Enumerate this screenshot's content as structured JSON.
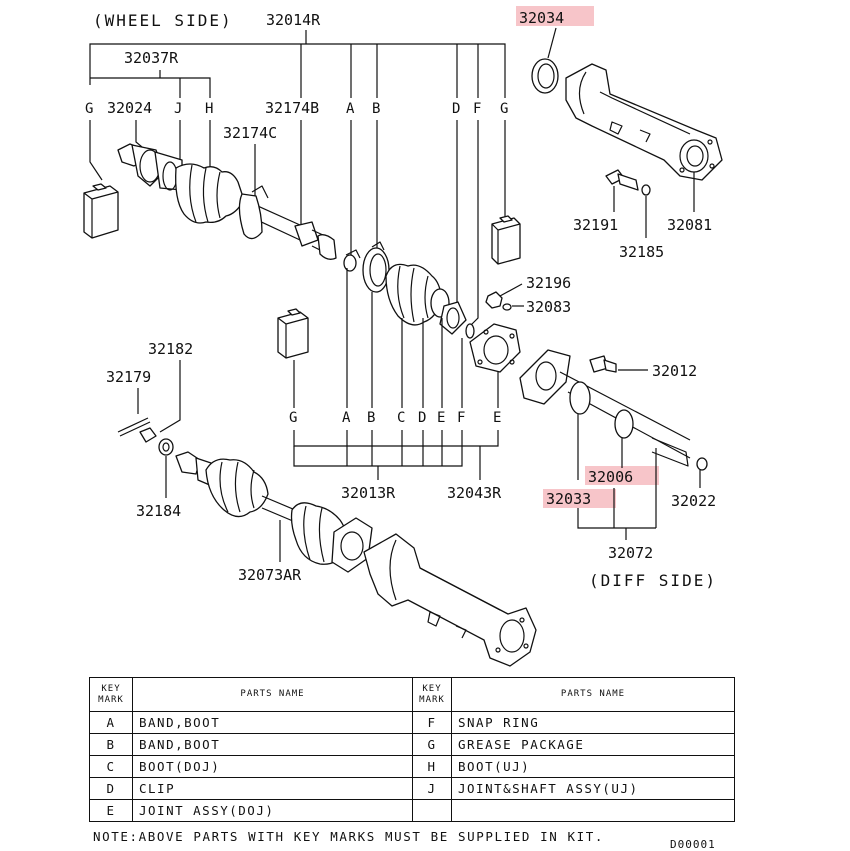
{
  "side_labels": {
    "wheel": "(WHEEL SIDE)",
    "diff": "(DIFF SIDE)"
  },
  "parts": {
    "p32014R": "32014R",
    "p32037R": "32037R",
    "p32024": "32024",
    "p32174B": "32174B",
    "p32174C": "32174C",
    "p32034": "32034",
    "p32191": "32191",
    "p32081": "32081",
    "p32185": "32185",
    "p32196": "32196",
    "p32083": "32083",
    "p32012": "32012",
    "p32182": "32182",
    "p32179": "32179",
    "p32184": "32184",
    "p32073AR": "32073AR",
    "p32013R": "32013R",
    "p32043R": "32043R",
    "p32006": "32006",
    "p32033": "32033",
    "p32022": "32022",
    "p32072": "32072"
  },
  "highlighted_parts": [
    "32034",
    "32006",
    "32033"
  ],
  "highlight_color": "#f7c5c9",
  "key_letters_top": [
    "G",
    "J",
    "H",
    "A",
    "B",
    "D",
    "F",
    "G"
  ],
  "key_letters_bottom": [
    "G",
    "A",
    "B",
    "C",
    "D",
    "E",
    "F",
    "E"
  ],
  "table": {
    "header_key": [
      "KEY",
      "MARK"
    ],
    "header_name": "PARTS NAME",
    "left_rows": [
      {
        "key": "A",
        "name": "BAND,BOOT"
      },
      {
        "key": "B",
        "name": "BAND,BOOT"
      },
      {
        "key": "C",
        "name": "BOOT(DOJ)"
      },
      {
        "key": "D",
        "name": "CLIP"
      },
      {
        "key": "E",
        "name": "JOINT ASSY(DOJ)"
      }
    ],
    "right_rows": [
      {
        "key": "F",
        "name": "SNAP RING"
      },
      {
        "key": "G",
        "name": "GREASE PACKAGE"
      },
      {
        "key": "H",
        "name": "BOOT(UJ)"
      },
      {
        "key": "J",
        "name": "JOINT&SHAFT ASSY(UJ)"
      },
      {
        "key": "",
        "name": ""
      }
    ]
  },
  "note": "NOTE:ABOVE PARTS WITH KEY MARKS MUST BE SUPPLIED IN KIT.",
  "diagram_code": "D00001"
}
